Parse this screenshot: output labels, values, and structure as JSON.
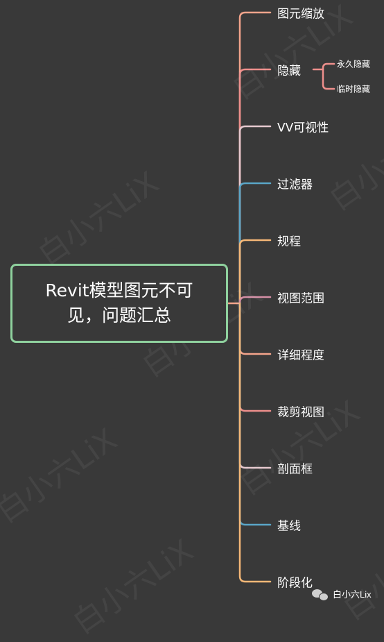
{
  "root": {
    "lines": [
      "Revit模型图元不可",
      "见，问题汇总"
    ]
  },
  "branches": [
    {
      "label": "图元缩放",
      "color": "#f4a48b"
    },
    {
      "label": "隐藏",
      "color": "#ee8f8c",
      "children": [
        {
          "label": "永久隐藏"
        },
        {
          "label": "临时隐藏"
        }
      ]
    },
    {
      "label": "VV可视性",
      "color": "#e6c9cf"
    },
    {
      "label": "过滤器",
      "color": "#5aa6c8"
    },
    {
      "label": "规程",
      "color": "#f6b877"
    },
    {
      "label": "视图范围",
      "color": "#d58fa6"
    },
    {
      "label": "详细程度",
      "color": "#f4a48b"
    },
    {
      "label": "裁剪视图",
      "color": "#ee8f8c"
    },
    {
      "label": "剖面框",
      "color": "#e6c9cf"
    },
    {
      "label": "基线",
      "color": "#5aa6c8"
    },
    {
      "label": "阶段化",
      "color": "#f6b877"
    }
  ],
  "watermark_text": "白小六LiX",
  "brand": {
    "label": "白小六Lix",
    "icon": "wechat-icon"
  },
  "colors": {
    "background": "#393939",
    "root_border": "#8fd19e",
    "trunk": "#f4a48b"
  }
}
